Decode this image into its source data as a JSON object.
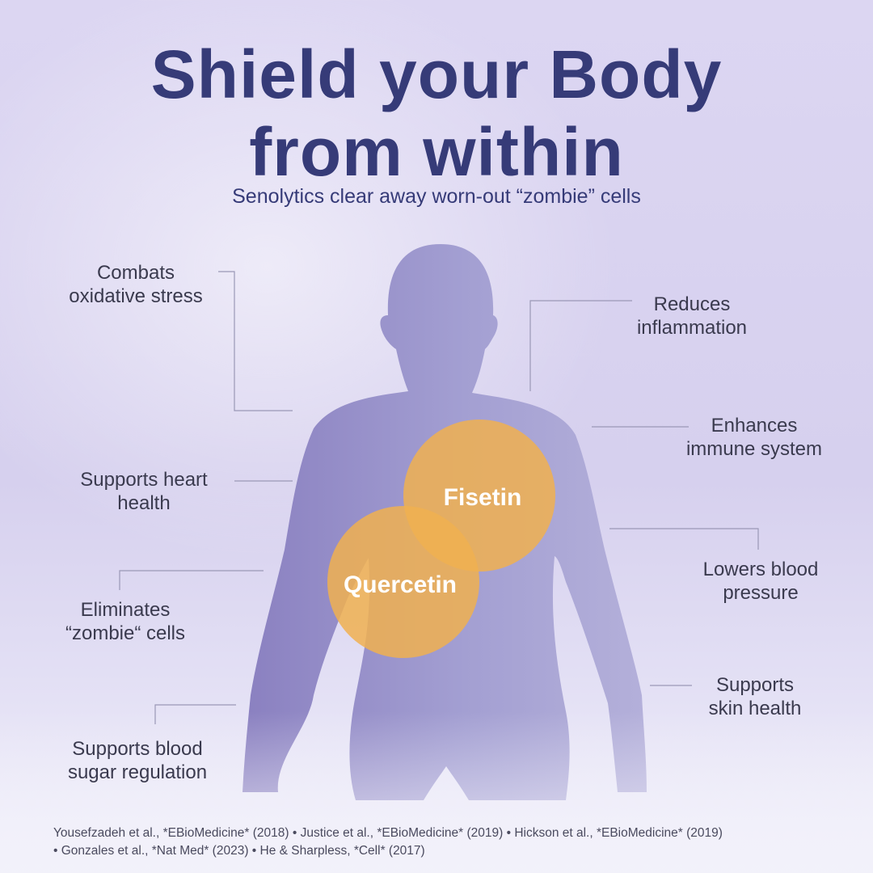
{
  "header": {
    "title_line1": "Shield your Body",
    "title_line2": "from within",
    "subtitle": "Senolytics clear away worn-out “zombie” cells"
  },
  "circles": {
    "fisetin": "Fisetin",
    "quercetin": "Quercetin"
  },
  "benefits_left": [
    {
      "line1": "Combats",
      "line2": "oxidative stress"
    },
    {
      "line1": "Supports heart",
      "line2": "health"
    },
    {
      "line1": "Eliminates",
      "line2": "“zombie“ cells"
    },
    {
      "line1": "Supports blood",
      "line2": "sugar regulation"
    }
  ],
  "benefits_right": [
    {
      "line1": "Reduces",
      "line2": "inflammation"
    },
    {
      "line1": "Enhances",
      "line2": "immune system"
    },
    {
      "line1": "Lowers blood",
      "line2": "pressure"
    },
    {
      "line1": "Supports",
      "line2": "skin health"
    }
  ],
  "references": {
    "line1": "Yousefzadeh et al., *EBioMedicine* (2018) • Justice et al., *EBioMedicine* (2019) • Hickson et al., *EBioMedicine* (2019)",
    "line2": "• Gonzales et al., *Nat Med* (2023) • He & Sharpless, *Cell* (2017)"
  },
  "colors": {
    "title": "#363b78",
    "silhouette_left": "#8a80c0",
    "silhouette_right": "#b0acd8",
    "circle": "#f0b050"
  }
}
